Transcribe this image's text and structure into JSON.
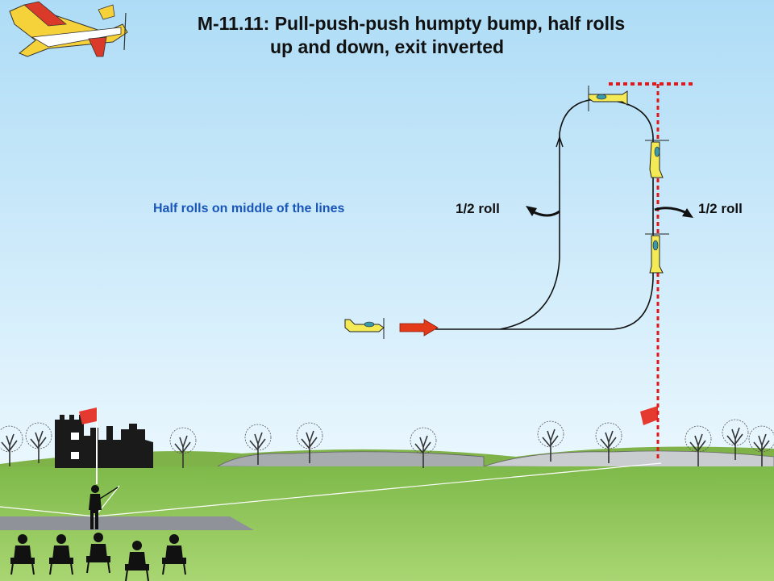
{
  "title_line1": "M-11.11: Pull-push-push humpty bump, half rolls",
  "title_line2": "up and down, exit inverted",
  "note": "Half rolls on middle of the lines",
  "roll_left": "1/2 roll",
  "roll_right": "1/2 roll",
  "colors": {
    "sky_top": "#b8e0f8",
    "sky_bottom": "#e8f6fd",
    "grass": "#96c95c",
    "path": "#111111",
    "dotted_line": "#e01a1a",
    "plane_yellow": "#f3ea55",
    "entry_arrow": "#e33a1a",
    "note_text": "#1a56b8"
  },
  "icons": [
    "logo-plane-icon",
    "entry-plane-icon",
    "top-plane-icon",
    "flag-icon",
    "tree-icon",
    "pilot-icon",
    "spectator-icon",
    "castle-icon"
  ]
}
